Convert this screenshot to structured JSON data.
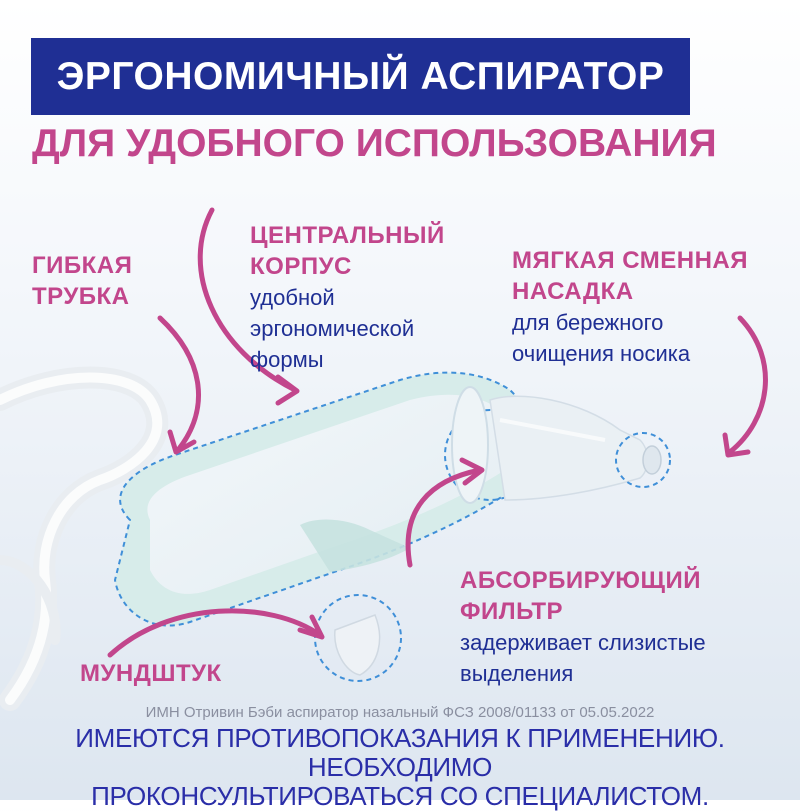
{
  "header": {
    "title": "ЭРГОНОМИЧНЫЙ АСПИРАТОР",
    "subtitle": "ДЛЯ УДОБНОГО ИСПОЛЬЗОВАНИЯ"
  },
  "features": {
    "tube": {
      "title_line1": "ГИБКАЯ",
      "title_line2": "ТРУБКА"
    },
    "body": {
      "title_line1": "ЦЕНТРАЛЬНЫЙ",
      "title_line2": "КОРПУС",
      "desc_line1": "удобной",
      "desc_line2": "эргономической",
      "desc_line3": "формы"
    },
    "tip": {
      "title_line1": "МЯГКАЯ СМЕННАЯ",
      "title_line2": "НАСАДКА",
      "desc_line1": "для бережного",
      "desc_line2": "очищения носика"
    },
    "filter": {
      "title_line1": "АБСОРБИРУЮЩИЙ",
      "title_line2": "ФИЛЬТР",
      "desc_line1": "задерживает слизистые",
      "desc_line2": "выделения"
    },
    "mouthpiece": {
      "title": "МУНДШТУК"
    }
  },
  "footer": {
    "registration": "ИМН Отривин Бэби аспиратор назальный ФСЗ 2008/01133 от 05.05.2022",
    "warning_line1": "ИМЕЮТСЯ ПРОТИВОПОКАЗАНИЯ К ПРИМЕНЕНИЮ. НЕОБХОДИМО",
    "warning_line2": "ПРОКОНСУЛЬТИРОВАТЬСЯ СО СПЕЦИАЛИСТОМ."
  },
  "colors": {
    "brand_blue": "#1f2f94",
    "accent_pink": "#c2468c",
    "outline_blue": "#3f8fd8",
    "device_mint": "#cfe7e6"
  }
}
